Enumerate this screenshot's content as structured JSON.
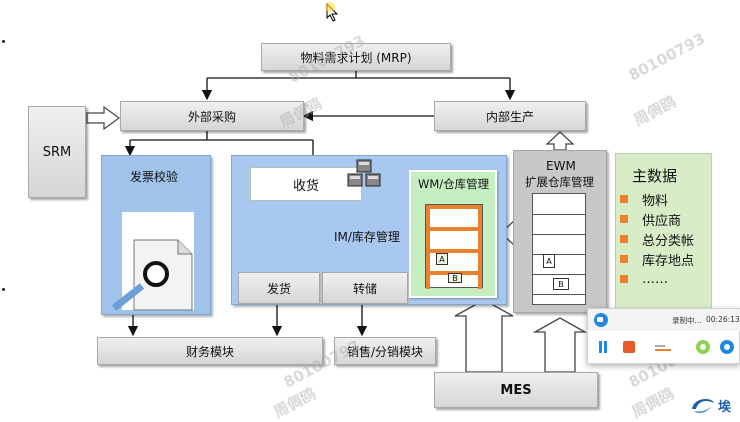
{
  "mrp": "物料需求计划 (MRP)",
  "external_purchase": "外部采购",
  "internal_production": "内部生产",
  "srm": "SRM",
  "invoice_check": "发票校验",
  "receipt": "收货",
  "im": "IM/库存管理",
  "issue": "发货",
  "transfer": "转储",
  "wm": "WM/仓库管理",
  "ewm_title": "EWM",
  "ewm_sub": "扩展仓库管理",
  "master_data": {
    "title": "主数据",
    "items": [
      "物料",
      "供应商",
      "总分类帐",
      "库存地点",
      "……"
    ]
  },
  "finance": "财务模块",
  "sales": "销售/分销模块",
  "mes": "MES",
  "box_a": "A",
  "box_b": "B",
  "recorder": {
    "status": "录制中...",
    "time": "00:26:13"
  },
  "corner_text": "埃",
  "watermarks": [
    "80100793",
    "周倜鸥",
    "80100793",
    "周倜鸥",
    "80100793",
    "周倜鸥",
    "80100793",
    "周倜鸥"
  ],
  "colors": {
    "left_panel": "#9fc3ea",
    "im_panel": "#a9c8f0",
    "wm_panel": "#c6efc1",
    "ewm_panel": "#c8c8c8",
    "master_panel": "#d9ecc8",
    "orange": "#e8822e"
  }
}
